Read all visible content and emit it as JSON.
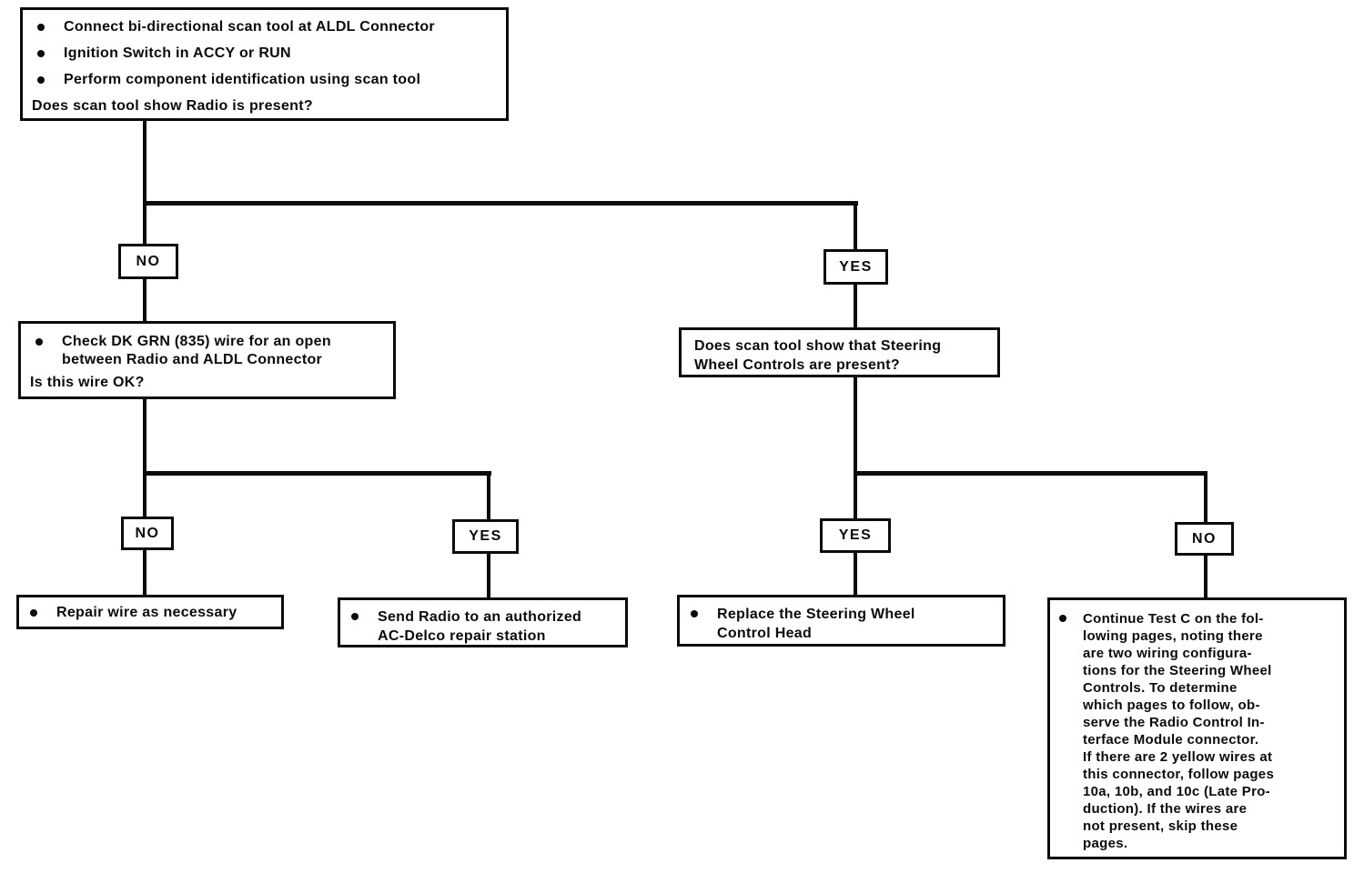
{
  "labels": {
    "yes": "YES",
    "no": "NO"
  },
  "nodes": {
    "start": {
      "bullets": [
        "Connect bi-directional scan tool at ALDL Connector",
        "Ignition Switch in ACCY or RUN",
        "Perform component identification using scan tool"
      ],
      "question": "Does scan tool show Radio is present?"
    },
    "check_wire": {
      "bullet": "Check DK GRN (835) wire for an open\nbetween Radio and ALDL Connector",
      "question": "Is this wire OK?"
    },
    "steering": {
      "question": "Does scan tool show that Steering\nWheel Controls are present?"
    },
    "repair_wire": {
      "bullet": "Repair wire as necessary"
    },
    "send_radio": {
      "bullet": "Send Radio to an authorized\nAC-Delco repair station"
    },
    "replace_head": {
      "bullet": "Replace the Steering Wheel\nControl Head"
    },
    "continue_test": {
      "bullet": "Continue Test C on the fol-\nlowing pages, noting there\nare two wiring configura-\ntions for the Steering Wheel\nControls. To determine\nwhich pages to follow, ob-\nserve the Radio Control In-\nterface Module connector.\nIf there are 2 yellow wires at\nthis connector, follow pages\n10a, 10b, and 10c (Late Pro-\nduction). If the wires are\nnot present, skip these\npages."
    }
  }
}
